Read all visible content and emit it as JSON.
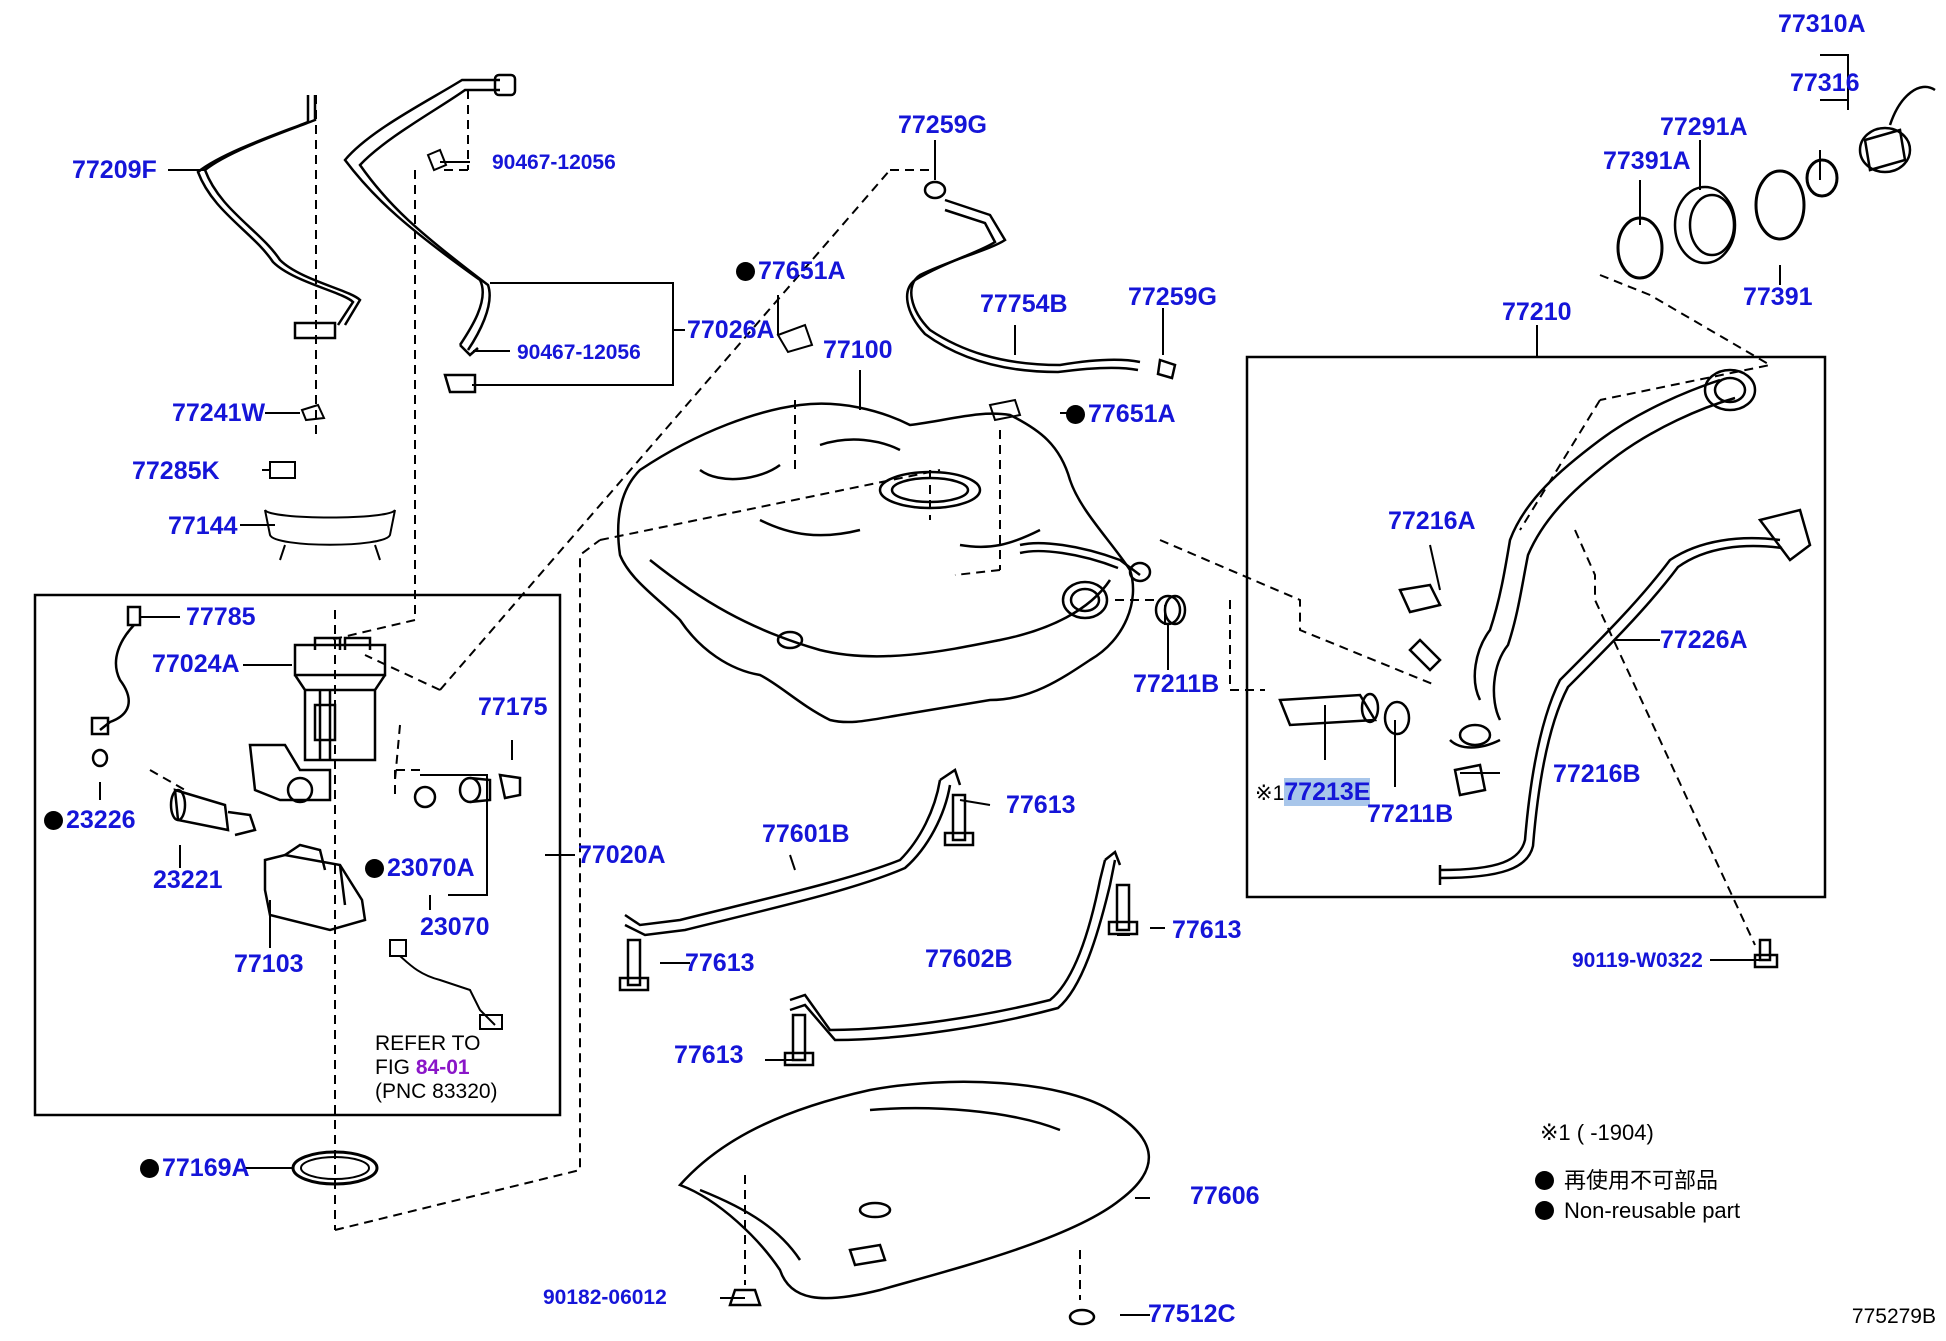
{
  "labels": {
    "p77209F": "77209F",
    "p90467_1": "90467-12056",
    "p90467_2": "90467-12056",
    "p77026A": "77026A",
    "p77241W": "77241W",
    "p77285K": "77285K",
    "p77144": "77144",
    "p77785": "77785",
    "p77024A": "77024A",
    "p77175": "77175",
    "p23226": "23226",
    "p23221": "23221",
    "p23070A": "23070A",
    "p23070": "23070",
    "p77103": "77103",
    "p77020A": "77020A",
    "p77169A": "77169A",
    "p77259G_top": "77259G",
    "p77651A_top": "77651A",
    "p77100": "77100",
    "p77754B": "77754B",
    "p77259G_right": "77259G",
    "p77651A_mid": "77651A",
    "p77211B_left": "77211B",
    "p77601B": "77601B",
    "p77613_a": "77613",
    "p77613_b": "77613",
    "p77602B": "77602B",
    "p77613_c": "77613",
    "p77613_d": "77613",
    "p77606": "77606",
    "p90182": "90182-06012",
    "p77512C": "77512C",
    "p77310A": "77310A",
    "p77316": "77316",
    "p77291A": "77291A",
    "p77391A": "77391A",
    "p77391": "77391",
    "p77210": "77210",
    "p77216A": "77216A",
    "p77226A": "77226A",
    "p77213E": "77213E",
    "p77211B_right": "77211B",
    "p77216B": "77216B",
    "p90119": "90119-W0322"
  },
  "prefix_77213E": "※1",
  "refer": {
    "line1": "REFER TO",
    "fig_prefix": "FIG ",
    "fig_link": "84-01",
    "line3": "(PNC 83320)"
  },
  "notes": {
    "range": "※1 (     -1904)",
    "legend_jp": "再使用不可部品",
    "legend_en": "Non-reusable part"
  },
  "figure_number": "775279B",
  "colors": {
    "label": "#1515d8",
    "fig_link": "#8a16c8",
    "highlight": "#a8c6ea",
    "line": "#000000"
  }
}
